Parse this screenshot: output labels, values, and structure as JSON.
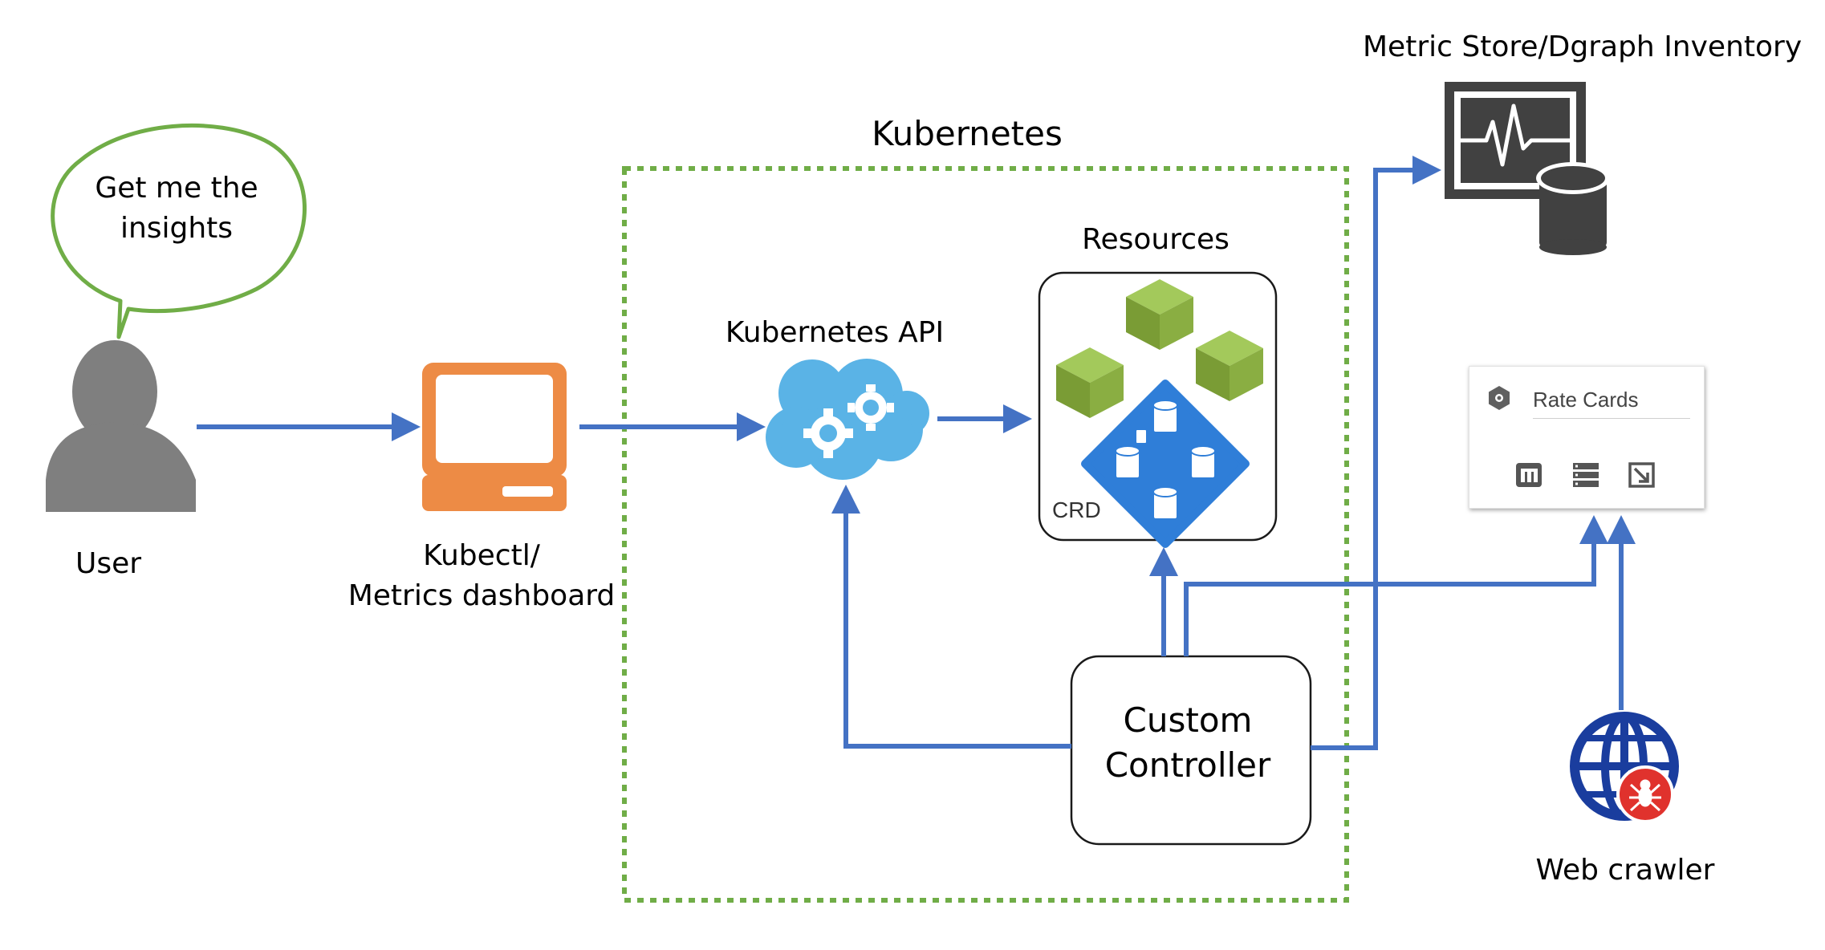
{
  "user": {
    "label": "User"
  },
  "speech_bubble": {
    "text": "Get me the insights"
  },
  "terminal": {
    "label_line1": "Kubectl/",
    "label_line2": "Metrics dashboard"
  },
  "cluster": {
    "title": "Kubernetes"
  },
  "api": {
    "label": "Kubernetes API"
  },
  "resources": {
    "title": "Resources",
    "crd_label": "CRD"
  },
  "controller": {
    "label": "Custom Controller"
  },
  "metric_store": {
    "label": "Metric Store/Dgraph Inventory"
  },
  "rate_cards": {
    "title": "Rate Cards",
    "icons": [
      "memory-icon",
      "list-icon",
      "open-icon"
    ]
  },
  "crawler": {
    "label": "Web crawler"
  },
  "colors": {
    "arrow": "#4472c4",
    "cluster_border": "#70ad47",
    "bubble_border": "#70ad47",
    "terminal": "#ed8b45",
    "cloud": "#5ab3e6",
    "cube": "#8aae42",
    "crd_diamond": "#2f7ed8",
    "person": "#7f7f7f",
    "monitor": "#414141",
    "globe": "#1a3d9e",
    "spider_badge": "#e0322d"
  }
}
